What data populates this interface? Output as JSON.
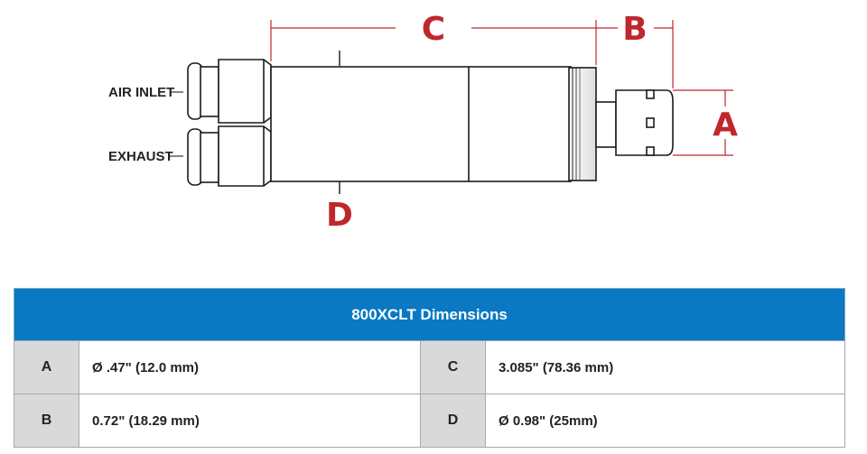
{
  "drawing": {
    "callouts": {
      "air_inlet": "AIR INLET",
      "exhaust": "EXHAUST"
    },
    "dimension_letters": {
      "a": "A",
      "b": "B",
      "c": "C",
      "d": "D"
    },
    "colors": {
      "dimension": "#c0272d",
      "outline": "#1a1a1a",
      "body_fill": "#ffffff"
    }
  },
  "table": {
    "title": "800XCLT Dimensions",
    "header_color": "#0a78c2",
    "rows": [
      {
        "k1": "A",
        "v1": "Ø .47\" (12.0 mm)",
        "k2": "C",
        "v2": "3.085\" (78.36 mm)"
      },
      {
        "k1": "B",
        "v1": "0.72\" (18.29 mm)",
        "k2": "D",
        "v2": "Ø 0.98\" (25mm)"
      }
    ]
  }
}
